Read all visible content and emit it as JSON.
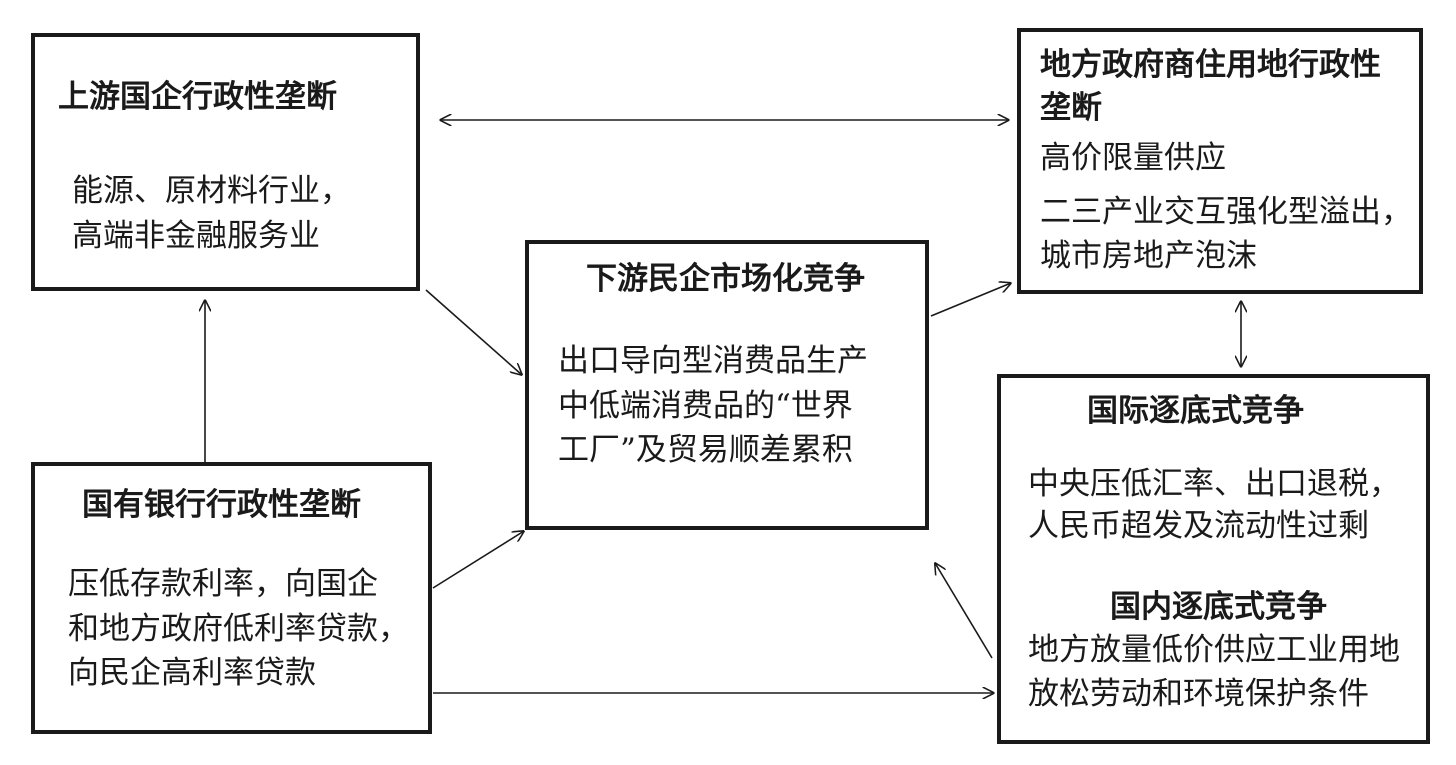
{
  "nodes": {
    "upstream": {
      "title": "上游国企行政性垄断",
      "lines": [
        "能源、原材料行业，",
        "高端非金融服务业"
      ]
    },
    "land": {
      "title_lines": [
        "地方政府商住用地行政性",
        "垄断"
      ],
      "lines": [
        "高价限量供应",
        "二三产业交互强化型溢出，",
        "城市房地产泡沫"
      ]
    },
    "downstream": {
      "title": "下游民企市场化竞争",
      "lines": [
        "出口导向型消费品生产",
        "中低端消费品的“世界",
        "工厂”及贸易顺差累积"
      ]
    },
    "bank": {
      "title": "国有银行行政性垄断",
      "lines": [
        "压低存款利率，向国企",
        "和地方政府低利率贷款，",
        "向民企高利率贷款"
      ]
    },
    "race": {
      "intl_title": "国际逐底式竞争",
      "intl_lines": [
        "中央压低汇率、出口退税，",
        "人民币超发及流动性过剩"
      ],
      "dom_title": "国内逐底式竞争",
      "dom_lines": [
        "地方放量低价供应工业用地",
        "放松劳动和环境保护条件"
      ]
    }
  },
  "edges": [
    {
      "from": "upstream",
      "to": "land",
      "direction": "both"
    },
    {
      "from": "upstream",
      "to": "downstream",
      "direction": "forward"
    },
    {
      "from": "downstream",
      "to": "land",
      "direction": "forward"
    },
    {
      "from": "land",
      "to": "race",
      "direction": "both"
    },
    {
      "from": "bank",
      "to": "upstream",
      "direction": "forward"
    },
    {
      "from": "bank",
      "to": "downstream",
      "direction": "forward"
    },
    {
      "from": "bank",
      "to": "race",
      "direction": "forward"
    },
    {
      "from": "race",
      "to": "downstream",
      "direction": "forward"
    }
  ]
}
